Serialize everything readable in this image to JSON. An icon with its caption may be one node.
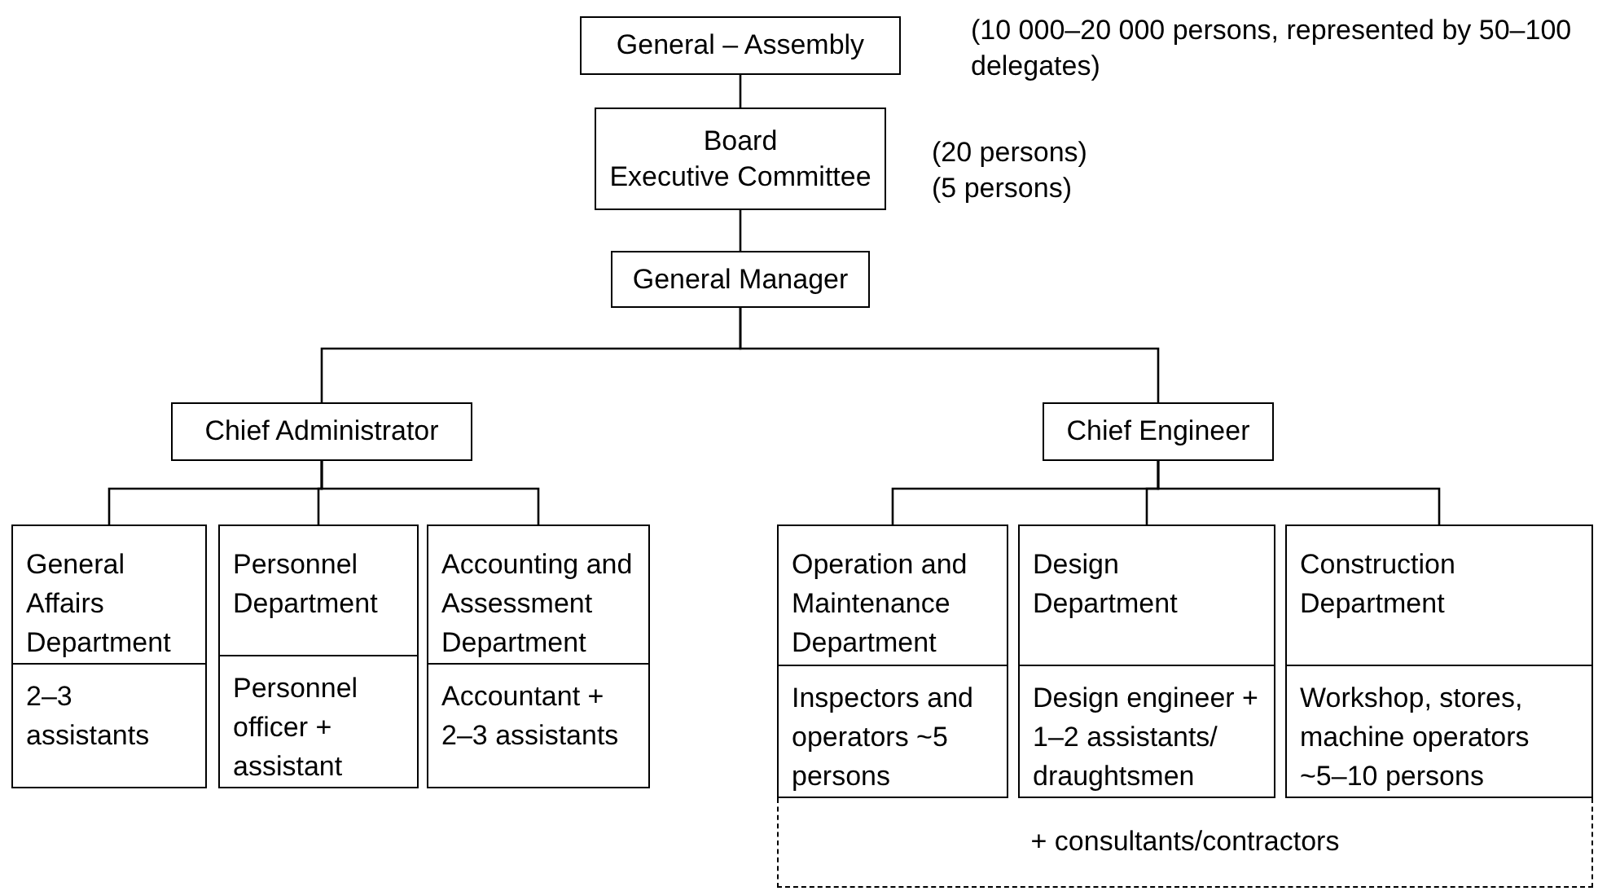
{
  "diagram": {
    "nodes": [
      {
        "text": [
          "General – Assembly"
        ],
        "beside": [
          "(10 000–20 000 persons, represented by 50–100 delegates)"
        ]
      },
      {
        "text": [
          "Board",
          "Executive Committee"
        ],
        "beside": [
          "(20 persons)",
          "(5 persons)"
        ]
      },
      {
        "text": [
          "General Manager"
        ]
      },
      {
        "text": [
          "Chief Administrator"
        ]
      },
      {
        "text": [
          "Chief Engineer"
        ]
      },
      {
        "text": [
          "General Affairs Department",
          "2–3 assistants"
        ]
      },
      {
        "text": [
          "Personnel Department",
          "Personnel officer + assistant"
        ]
      },
      {
        "text": [
          "Accounting and Assessment Department",
          "Accountant + 2–3 assistants"
        ]
      },
      {
        "text": [
          "Operation and Maintenance Department",
          "Inspectors and operators ~5 persons"
        ]
      },
      {
        "text": [
          "Design Department",
          "Design engineer + 1–2 assistants/ draughtsmen"
        ]
      },
      {
        "text": [
          "Construction Department",
          "Workshop, stores, machine operators ~5–10 persons"
        ]
      },
      {
        "text": [
          "+ consultants/contractors"
        ]
      }
    ],
    "edges": [
      {
        "from": 0,
        "to": 1,
        "arrow": "none"
      },
      {
        "from": 1,
        "to": 2,
        "arrow": "none"
      },
      {
        "from": 2,
        "to": 3,
        "arrow": "none"
      },
      {
        "from": 2,
        "to": 4,
        "arrow": "none"
      },
      {
        "from": 3,
        "to": 5,
        "arrow": "none"
      },
      {
        "from": 3,
        "to": 6,
        "arrow": "none"
      },
      {
        "from": 3,
        "to": 7,
        "arrow": "none"
      },
      {
        "from": 4,
        "to": 8,
        "arrow": "none"
      },
      {
        "from": 4,
        "to": 9,
        "arrow": "none"
      },
      {
        "from": 4,
        "to": 10,
        "arrow": "none"
      }
    ]
  }
}
